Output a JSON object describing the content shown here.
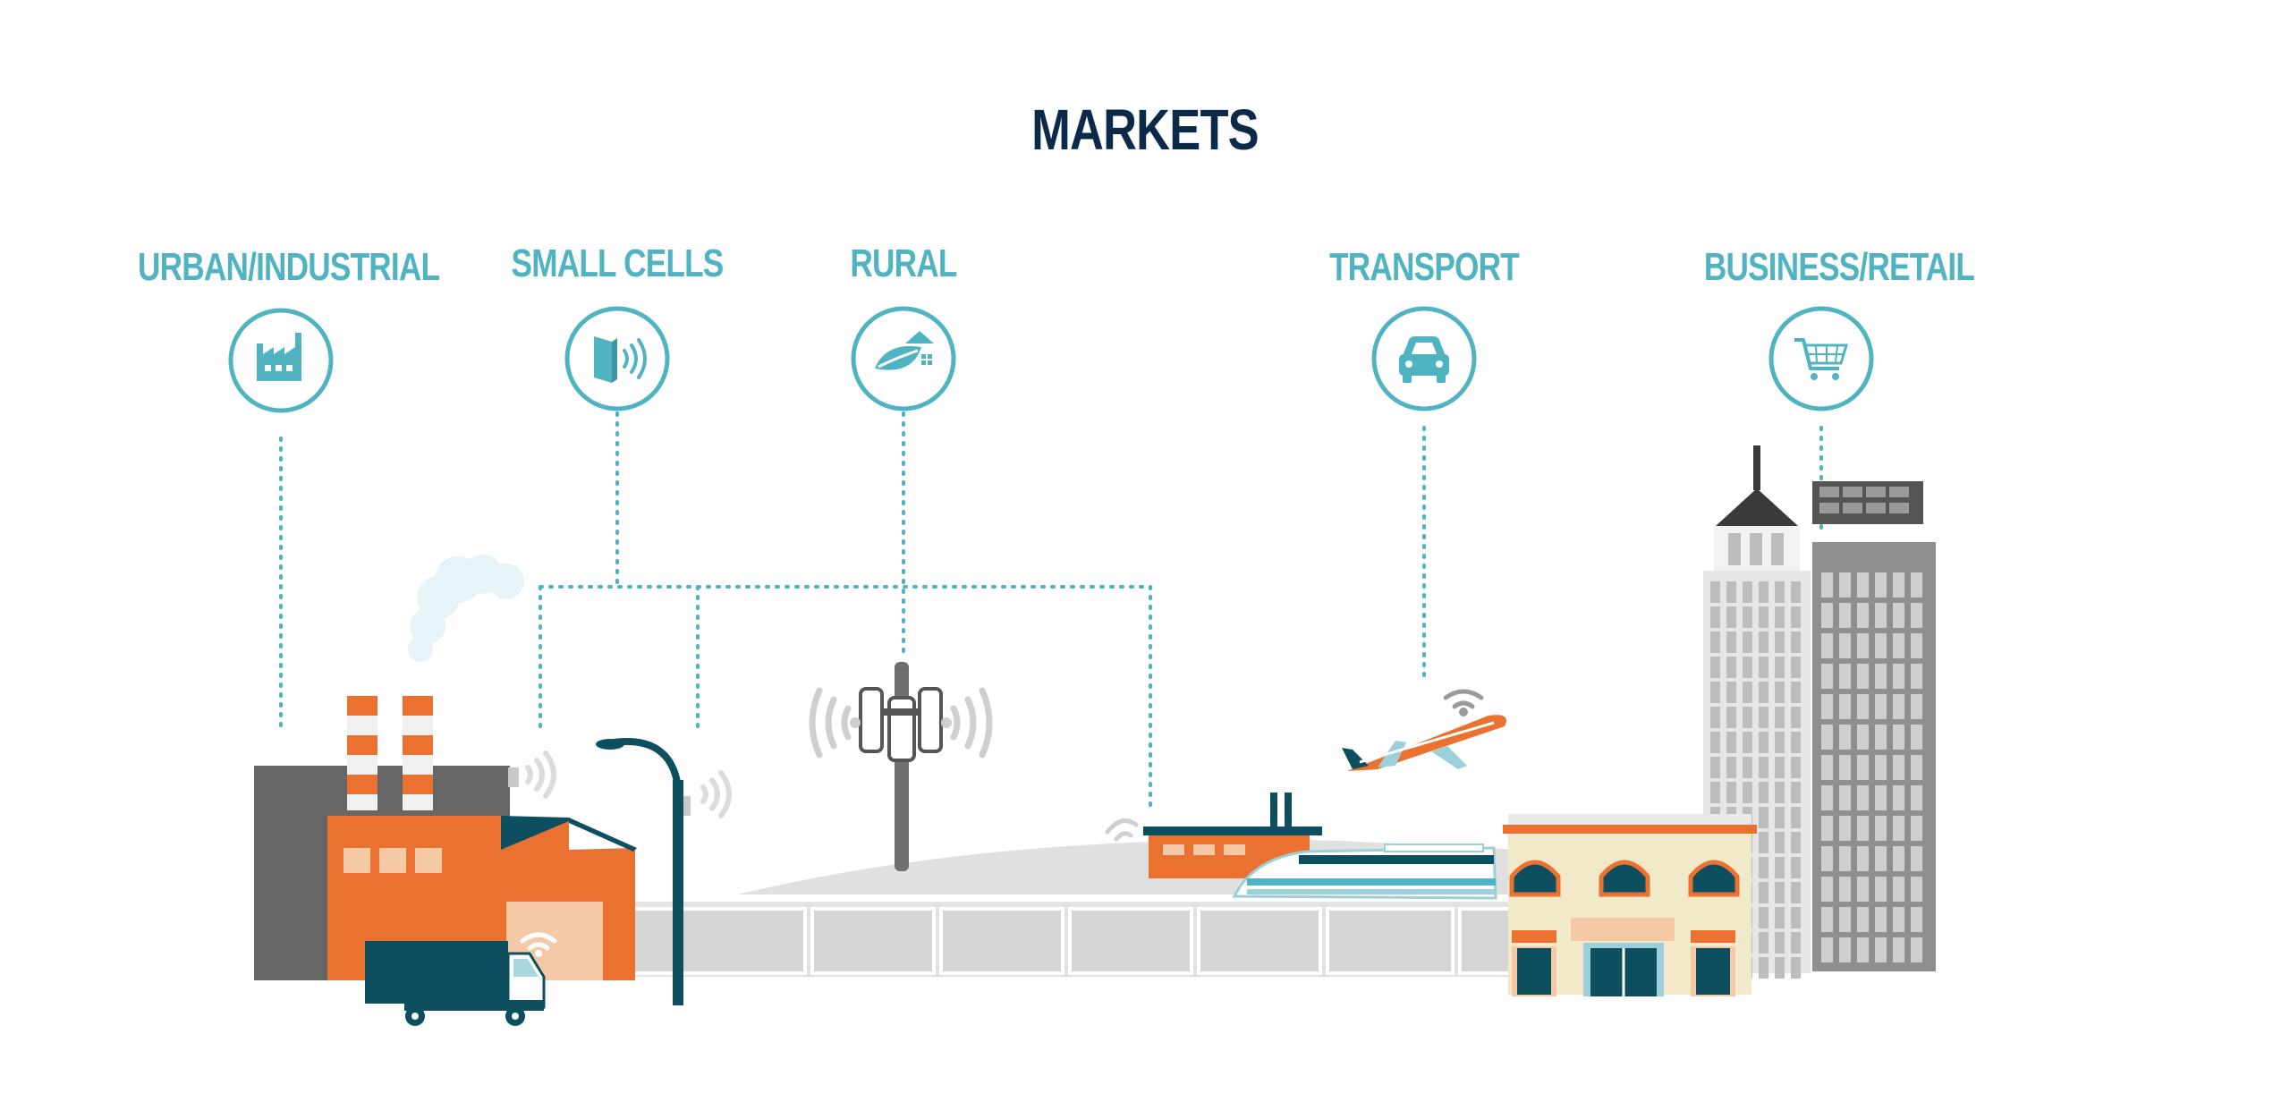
{
  "title": "MARKETS",
  "colors": {
    "title": "#0b2a4a",
    "accent": "#4fb3c2",
    "orange": "#ea7130",
    "dark_teal": "#0d4f5f",
    "light_gray": "#e0e0e0",
    "mid_gray": "#8f8f8f",
    "dark_gray": "#666666",
    "cream": "#f1e9c9",
    "peach": "#f6c9a6"
  },
  "markets": [
    {
      "label": "URBAN/INDUSTRIAL",
      "icon": "factory-icon"
    },
    {
      "label": "SMALL CELLS",
      "icon": "small-cell-antenna-icon"
    },
    {
      "label": "RURAL",
      "icon": "rural-leaf-house-icon"
    },
    {
      "label": "TRANSPORT",
      "icon": "car-icon"
    },
    {
      "label": "BUSINESS/RETAIL",
      "icon": "shopping-cart-icon"
    }
  ]
}
